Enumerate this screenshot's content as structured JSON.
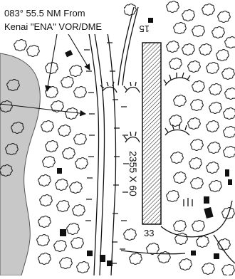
{
  "map": {
    "callout": {
      "line1": "083° 55.5 NM From",
      "line2": "Kenai \"ENA\" VOR/DME"
    },
    "runway": {
      "dimensions": "2355 X 60",
      "end_north": "15",
      "end_south": "33"
    },
    "colors": {
      "background": "#ffffff",
      "river": "#c8c8c8",
      "ink": "#111111"
    },
    "legend_icons": [
      "tree-symbol",
      "building-symbol",
      "drainage-ditch-symbol",
      "road-line",
      "runway-outline"
    ]
  }
}
